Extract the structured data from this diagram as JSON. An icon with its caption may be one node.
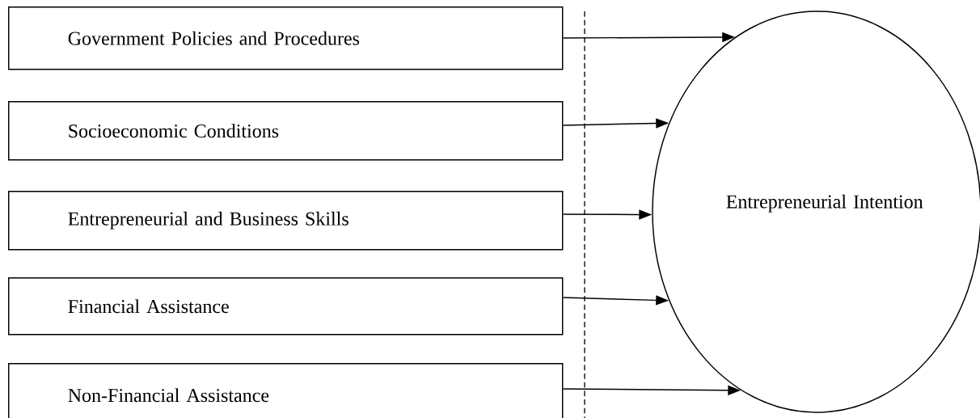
{
  "diagram": {
    "nodes": [
      {
        "text": [
          "Government Policies and Procedures"
        ]
      },
      {
        "text": [
          "Socioeconomic Conditions"
        ]
      },
      {
        "text": [
          "Entrepreneurial and Business Skills"
        ]
      },
      {
        "text": [
          "Financial Assistance"
        ]
      },
      {
        "text": [
          "Non-Financial Assistance"
        ]
      },
      {
        "text": [
          "Entrepreneurial Intention"
        ]
      }
    ],
    "edges": [
      {
        "from": 0,
        "to": 5,
        "arrow": "to"
      },
      {
        "from": 1,
        "to": 5,
        "arrow": "to"
      },
      {
        "from": 2,
        "to": 5,
        "arrow": "to"
      },
      {
        "from": 3,
        "to": 5,
        "arrow": "to"
      },
      {
        "from": 4,
        "to": 5,
        "arrow": "to"
      }
    ]
  }
}
